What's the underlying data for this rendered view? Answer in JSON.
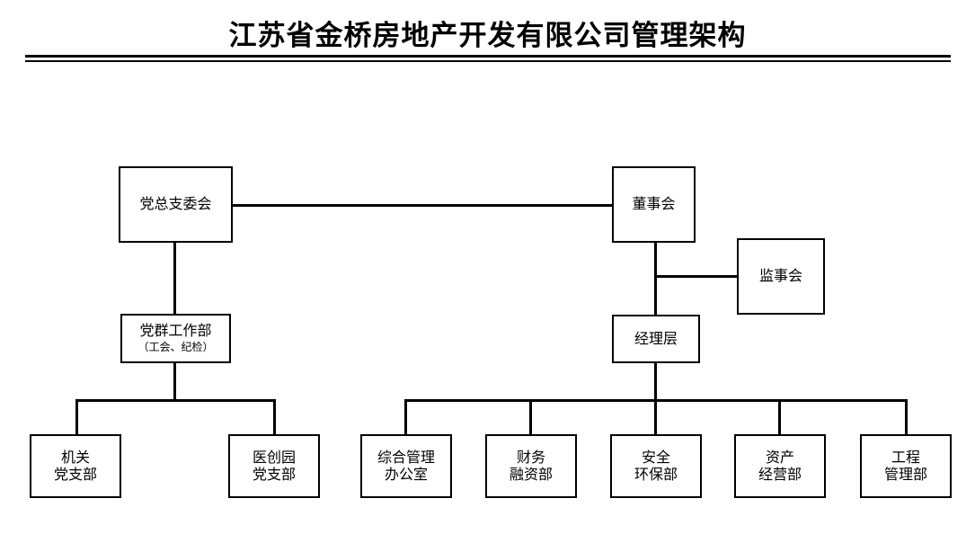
{
  "title": "江苏省金桥房地产开发有限公司管理架构",
  "colors": {
    "background": "#ffffff",
    "line": "#000000",
    "text": "#000000"
  },
  "chart_data": {
    "type": "diagram",
    "diagram_type": "organization-chart",
    "title": "江苏省金桥房地产开发有限公司管理架构",
    "nodes": [
      {
        "id": "party-committee",
        "label": "党总支委会",
        "level": 1,
        "branch": "party"
      },
      {
        "id": "board-of-directors",
        "label": "董事会",
        "level": 1,
        "branch": "company"
      },
      {
        "id": "board-of-supervisors",
        "label": "监事会",
        "level": 2,
        "branch": "company"
      },
      {
        "id": "party-mass-work-dept",
        "label": "党群工作部",
        "sublabel": "（工会、纪检）",
        "level": 2,
        "branch": "party"
      },
      {
        "id": "management-level",
        "label": "经理层",
        "level": 2,
        "branch": "company"
      },
      {
        "id": "organ-party-branch",
        "label_line1": "机关",
        "label_line2": "党支部",
        "level": 3,
        "branch": "party"
      },
      {
        "id": "yichuangyuan-party-branch",
        "label_line1": "医创园",
        "label_line2": "党支部",
        "level": 3,
        "branch": "party"
      },
      {
        "id": "general-admin-office",
        "label_line1": "综合管理",
        "label_line2": "办公室",
        "level": 3,
        "branch": "company"
      },
      {
        "id": "finance-financing-dept",
        "label_line1": "财务",
        "label_line2": "融资部",
        "level": 3,
        "branch": "company"
      },
      {
        "id": "safety-environment-dept",
        "label_line1": "安全",
        "label_line2": "环保部",
        "level": 3,
        "branch": "company"
      },
      {
        "id": "asset-operation-dept",
        "label_line1": "资产",
        "label_line2": "经营部",
        "level": 3,
        "branch": "company"
      },
      {
        "id": "engineering-management-dept",
        "label_line1": "工程",
        "label_line2": "管理部",
        "level": 3,
        "branch": "company"
      }
    ],
    "edges": [
      {
        "from": "party-committee",
        "to": "board-of-directors",
        "style": "horizontal"
      },
      {
        "from": "party-committee",
        "to": "party-mass-work-dept",
        "style": "vertical"
      },
      {
        "from": "board-of-directors",
        "to": "management-level",
        "style": "vertical"
      },
      {
        "from": "board-of-directors",
        "to": "board-of-supervisors",
        "style": "side-branch"
      },
      {
        "from": "party-mass-work-dept",
        "to": "organ-party-branch",
        "style": "bus"
      },
      {
        "from": "party-mass-work-dept",
        "to": "yichuangyuan-party-branch",
        "style": "bus"
      },
      {
        "from": "management-level",
        "to": "general-admin-office",
        "style": "bus"
      },
      {
        "from": "management-level",
        "to": "finance-financing-dept",
        "style": "bus"
      },
      {
        "from": "management-level",
        "to": "safety-environment-dept",
        "style": "bus"
      },
      {
        "from": "management-level",
        "to": "asset-operation-dept",
        "style": "bus"
      },
      {
        "from": "management-level",
        "to": "engineering-management-dept",
        "style": "bus"
      }
    ]
  },
  "nodes": {
    "party_committee": {
      "label": "党总支委会"
    },
    "board_of_directors": {
      "label": "董事会"
    },
    "board_of_supervisors": {
      "label": "监事会"
    },
    "party_mass_work_dept": {
      "label": "党群工作部",
      "sublabel": "（工会、纪检）"
    },
    "management_level": {
      "label": "经理层"
    },
    "organ_party_branch": {
      "line1": "机关",
      "line2": "党支部"
    },
    "yichuangyuan_party_branch": {
      "line1": "医创园",
      "line2": "党支部"
    },
    "general_admin_office": {
      "line1": "综合管理",
      "line2": "办公室"
    },
    "finance_financing_dept": {
      "line1": "财务",
      "line2": "融资部"
    },
    "safety_environment_dept": {
      "line1": "安全",
      "line2": "环保部"
    },
    "asset_operation_dept": {
      "line1": "资产",
      "line2": "经营部"
    },
    "engineering_management_dept": {
      "line1": "工程",
      "line2": "管理部"
    }
  }
}
